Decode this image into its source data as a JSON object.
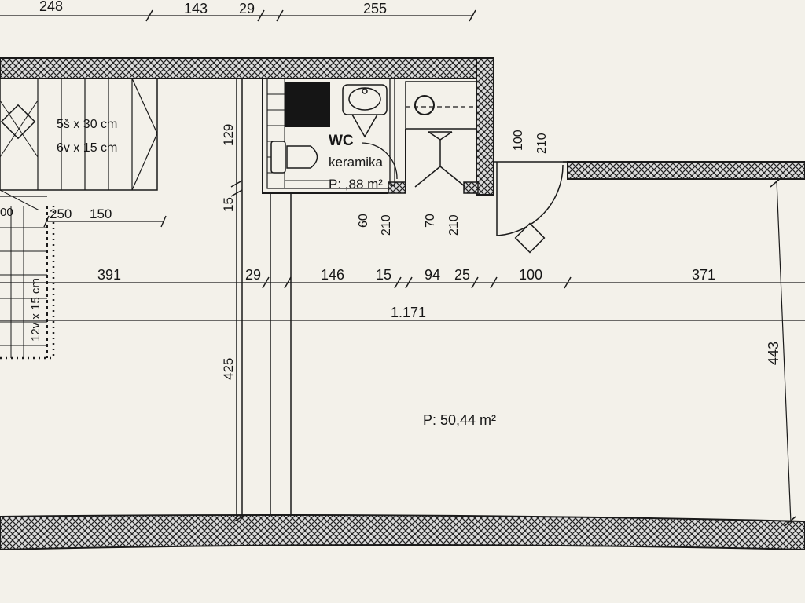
{
  "top_dims": [
    "248",
    "143",
    "29",
    "255"
  ],
  "stairs_upper": {
    "line1": "5š x 30 cm",
    "line2": "6v x 15 cm"
  },
  "stairs_lower": {
    "line1": "12v x 15 cm",
    "cut_label": "00"
  },
  "stair_dims": [
    "250",
    "150"
  ],
  "wc": {
    "name": "WC",
    "finish": "keramika",
    "area": "P: ,88 m²"
  },
  "wc_door": {
    "width": "60",
    "height": "210"
  },
  "shower_door": {
    "width": "70",
    "height": "210"
  },
  "entry_door": {
    "width": "100",
    "height": "210"
  },
  "left_vertical_dims": [
    "129",
    "15",
    "425"
  ],
  "row_dims": [
    "391",
    "29",
    "146",
    "15",
    "94",
    "25",
    "100",
    "371"
  ],
  "total_length": "1.171",
  "right_height": "443",
  "room_area": "P: 50,44 m²",
  "colors": {
    "line": "#1a1a1a",
    "paper": "#f3f1ea",
    "tile_dark": "#151515"
  }
}
